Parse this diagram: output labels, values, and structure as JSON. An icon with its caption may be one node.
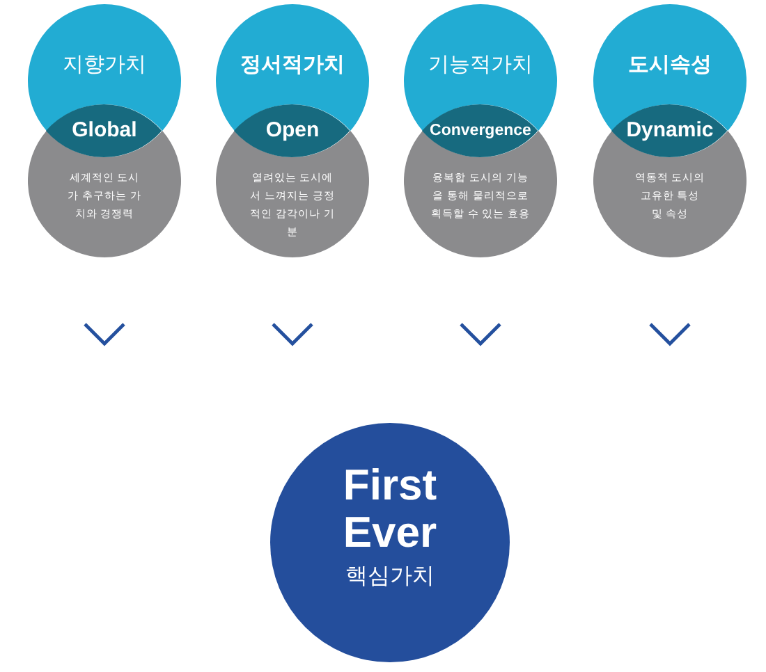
{
  "diagram": {
    "nodes": [
      {
        "text": [
          "지향가치"
        ]
      },
      {
        "text": [
          "세계적인 도시가 추구하는 가치와 경쟁력"
        ]
      },
      {
        "text": [
          "Global"
        ]
      },
      {
        "text": [
          "정서적가치"
        ]
      },
      {
        "text": [
          "열려있는 도시에서 느껴지는 긍정적인 감각이나 기분"
        ]
      },
      {
        "text": [
          "Open"
        ]
      },
      {
        "text": [
          "기능적가치"
        ]
      },
      {
        "text": [
          "융복합 도시의 기능을 통해 물리적으로 획득할 수 있는 효용"
        ]
      },
      {
        "text": [
          "Convergence"
        ]
      },
      {
        "text": [
          "도시속성"
        ]
      },
      {
        "text": [
          "역동적 도시의 고유한 특성 및 속성"
        ]
      },
      {
        "text": [
          "Dynamic"
        ]
      },
      {
        "text": [
          "First Ever",
          "핵심가치"
        ]
      }
    ]
  }
}
